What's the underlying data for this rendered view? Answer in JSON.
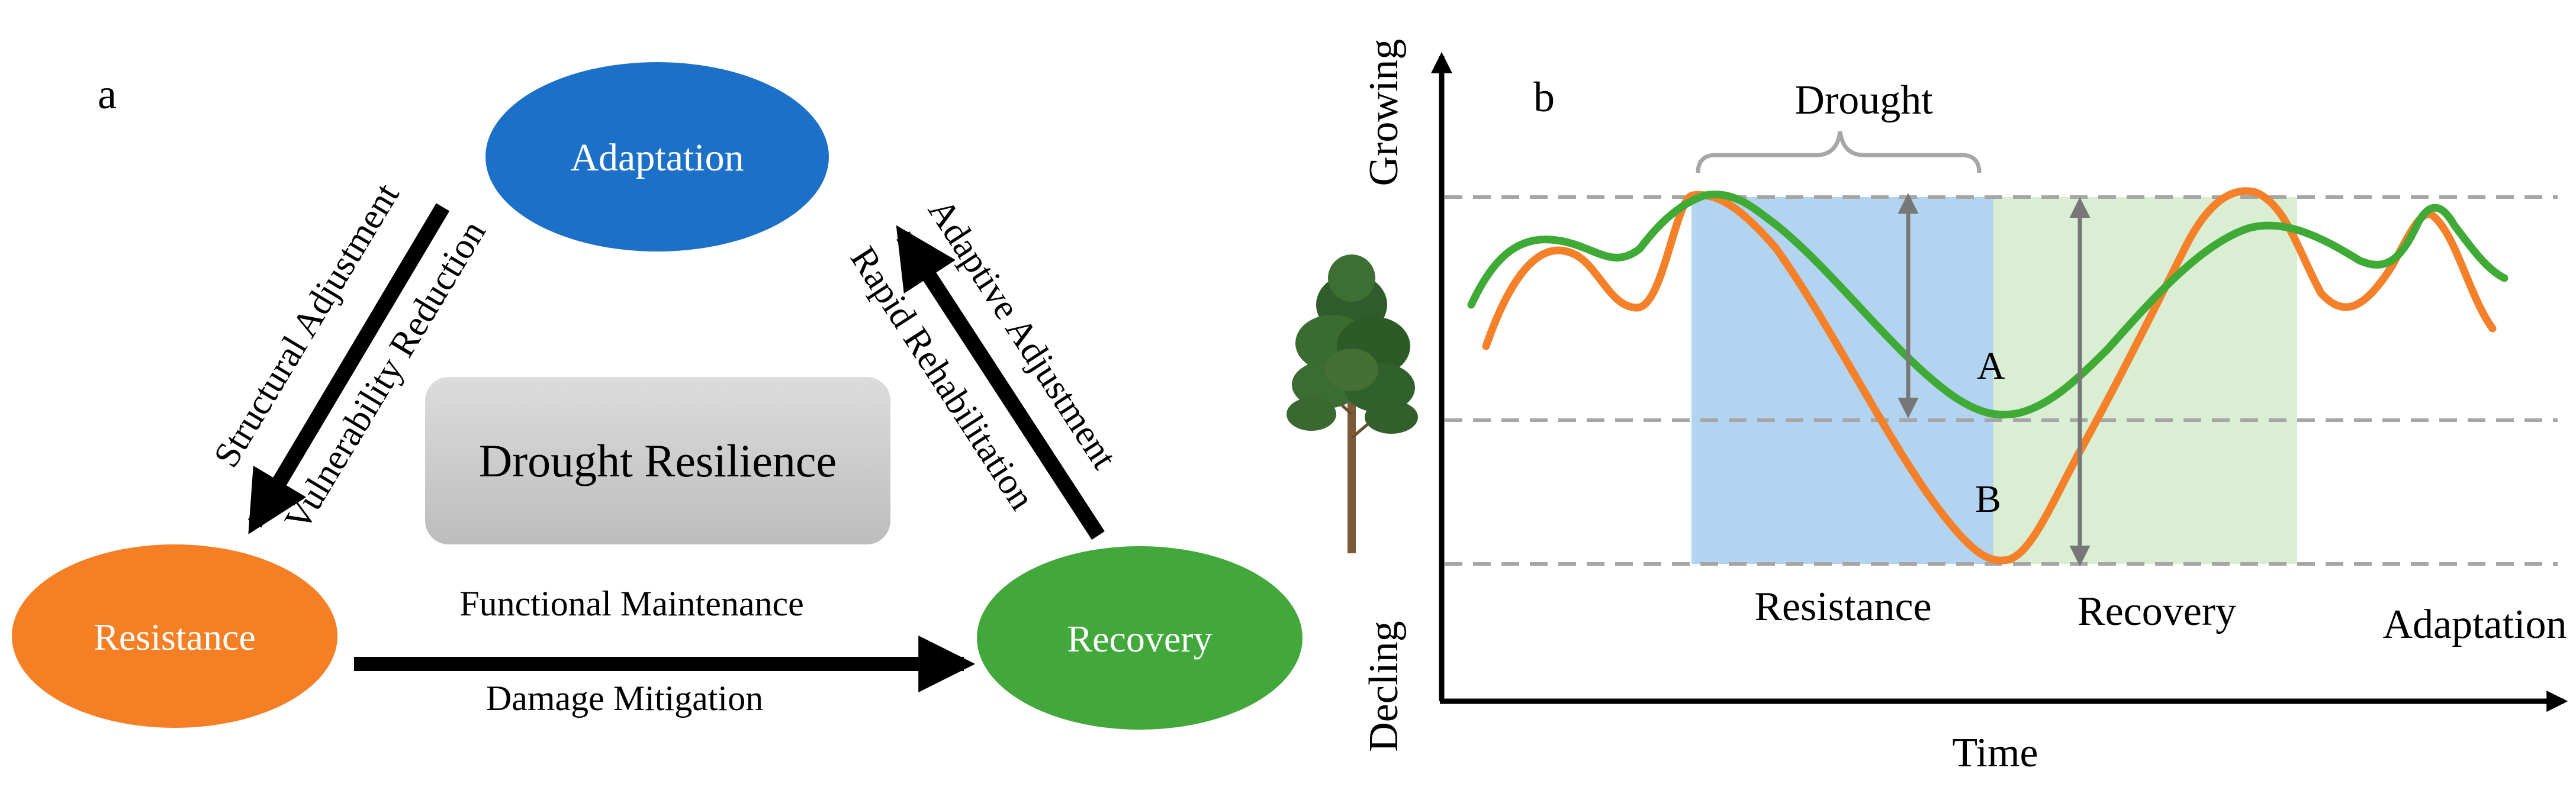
{
  "panel_a": {
    "label": "a",
    "center_box": "Drought Resilience",
    "nodes": {
      "adaptation": "Adaptation",
      "resistance": "Resistance",
      "recovery": "Recovery"
    },
    "edges": {
      "left_outer": "Structural Adjustment",
      "left_inner": "Vulnerability Reduction",
      "right_outer": "Adaptive Adjustment",
      "right_inner": "Rapid Rehabilitation",
      "bottom_top": "Functional Maintenance",
      "bottom_bottom": "Damage Mitigation"
    },
    "colors": {
      "adaptation": "#1C70C8",
      "resistance": "#F47F24",
      "recovery": "#43A83C",
      "box": "#CDCDCD",
      "arrow": "#000000"
    }
  },
  "panel_b": {
    "label": "b",
    "y_top": "Growing",
    "y_bottom": "Decling",
    "x_axis": "Time",
    "drought": "Drought",
    "curve_a": "A",
    "curve_b": "B",
    "phase_resistance": "Resistance",
    "phase_recovery": "Recovery",
    "phase_adaptation": "Adaptation",
    "tree_icon": "pine-tree-icon",
    "colors": {
      "curve_a": "#3FAA35",
      "curve_b": "#F4812A",
      "resistance_zone": "#B3D4F0",
      "recovery_zone": "#D9EED3",
      "dashed": "#A6A6A6",
      "marker": "#777777"
    }
  }
}
